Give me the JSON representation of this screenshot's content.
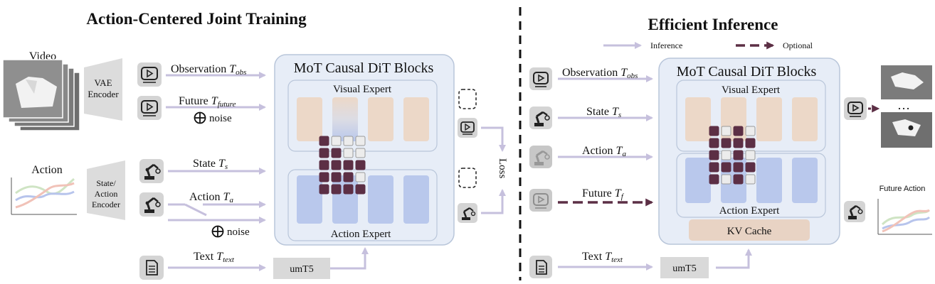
{
  "training": {
    "title": "Action-Centered Joint Training",
    "video_label": "Video",
    "vae_encoder": [
      "VAE",
      "Encoder"
    ],
    "obs_label": "Observation",
    "obs_sub": "obs",
    "future_label": "Future",
    "future_sub": "future",
    "noise_label": "noise",
    "action_label": "Action",
    "state_encoder": [
      "State/",
      "Action",
      "Encoder"
    ],
    "state_token": "State",
    "state_sub": "s",
    "action_token": "Action",
    "action_sub": "a",
    "noise2_label": "noise",
    "text_label": "Text",
    "text_sub": "text",
    "umt5": "umT5",
    "block_title": "MoT Causal DiT Blocks",
    "visual_expert": "Visual Expert",
    "action_expert": "Action Expert",
    "loss": "Loss"
  },
  "inference": {
    "title": "Efficient Inference",
    "legend_inference": "Inference",
    "legend_optional": "Optional",
    "obs_label": "Observation",
    "obs_sub": "obs",
    "state_token": "State",
    "state_sub": "s",
    "action_token": "Action",
    "action_sub": "a",
    "future_token": "Future",
    "future_sub": "f",
    "text_label": "Text",
    "text_sub": "text",
    "umt5": "umT5",
    "block_title": "MoT Causal DiT Blocks",
    "visual_expert": "Visual Expert",
    "action_expert": "Action Expert",
    "kv_cache": "KV Cache",
    "ellipsis": "…",
    "future_action": "Future Action"
  },
  "attention_mask": {
    "training": [
      [
        1,
        0,
        0,
        0
      ],
      [
        1,
        1,
        0,
        0
      ],
      [
        1,
        1,
        1,
        1
      ],
      [
        1,
        1,
        1,
        0
      ],
      [
        1,
        1,
        1,
        1
      ]
    ],
    "inference": [
      [
        1,
        0,
        1,
        0
      ],
      [
        1,
        1,
        1,
        1
      ],
      [
        1,
        0,
        1,
        0
      ],
      [
        1,
        1,
        1,
        1
      ],
      [
        1,
        0,
        1,
        0
      ]
    ]
  },
  "icons": [
    "video-icon",
    "robot-arm-icon",
    "document-icon",
    "tshirt-photo-icon"
  ],
  "colors": {
    "panel_fill": "#e7edf7",
    "panel_stroke": "#b9c6da",
    "visual_bar": "#ecd8c8",
    "action_bar": "#b9c8ec",
    "mask_on": "#5c2f45",
    "mask_off": "#ececec",
    "arrow": "#c6c0dd",
    "optional_arrow": "#5c2f45",
    "kv_cache": "#e8d3c4",
    "icon_bg": "#d4d4d4",
    "umt5_bg": "#d9d9d9"
  }
}
